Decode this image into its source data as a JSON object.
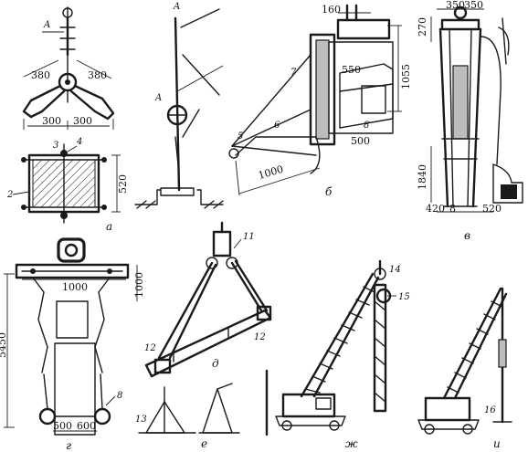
{
  "panels": {
    "a": {
      "label": "а",
      "marker": "A",
      "dim_arm_left": "380",
      "dim_arm_right": "380",
      "dim_base_left": "300",
      "dim_base_right": "300",
      "dim_height": "520",
      "callout_2": "2",
      "callout_3": "3",
      "callout_4": "4"
    },
    "a_side": {
      "marker_top": "A",
      "marker_mid": "A"
    },
    "b": {
      "label": "б",
      "dim_top": "160",
      "dim_550": "550",
      "dim_1055": "1055",
      "dim_500": "500",
      "dim_1000": "1000",
      "callout_5": "5",
      "callout_6": "6",
      "callout_7": "7",
      "callout_8": "8"
    },
    "v": {
      "label": "в",
      "dim_top_left": "350",
      "dim_top_right": "350",
      "dim_270": "270",
      "dim_1840": "1840",
      "dim_420": "420",
      "dim_8": "8",
      "dim_520": "520"
    },
    "g": {
      "label": "г",
      "dim_1000_h": "1000",
      "dim_1000_v": "1000",
      "dim_5450": "5450",
      "dim_500": "500",
      "dim_600": "600",
      "callout_8": "8"
    },
    "d": {
      "label": "д",
      "callout_11": "11",
      "callout_12_left": "12",
      "callout_12_right": "12"
    },
    "e": {
      "label": "е",
      "callout_13": "13"
    },
    "zh": {
      "label": "ж",
      "callout_14": "14",
      "callout_15": "15"
    },
    "i": {
      "label": "и",
      "callout_16": "16"
    }
  }
}
